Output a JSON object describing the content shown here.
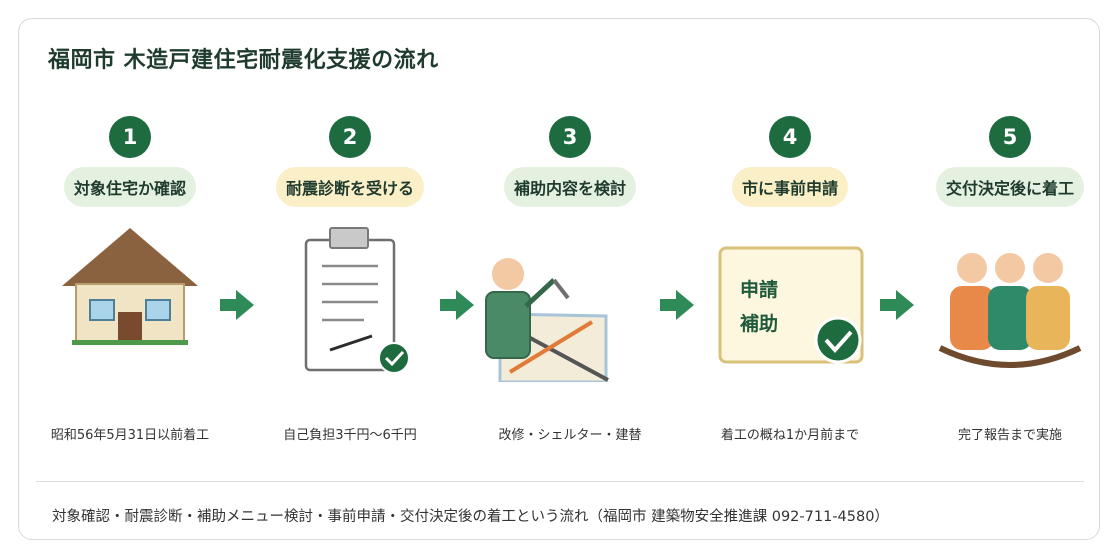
{
  "title": "福岡市 木造戸建住宅耐震化支援の流れ",
  "steps": [
    {
      "number": "1",
      "label": "対象住宅か確認",
      "note": "昭和56年5月31日以前着工",
      "icon": "house-icon",
      "badge_color": "#e5f1e0"
    },
    {
      "number": "2",
      "label": "耐震診断を受ける",
      "note": "自己負担3千円～6千円",
      "icon": "clipboard-check-icon",
      "badge_color": "#fbefc8"
    },
    {
      "number": "3",
      "label": "補助内容を検討",
      "note": "改修・シェルター・建替",
      "icon": "person-plan-icon",
      "badge_color": "#e5f1e0"
    },
    {
      "number": "4",
      "label": "市に事前申請",
      "note": "着工の概ね1か月前まで",
      "icon": "application-form-icon",
      "badge_color": "#fbefc8",
      "card_lines": [
        "申請",
        "補助"
      ]
    },
    {
      "number": "5",
      "label": "交付決定後に着工",
      "note": "完了報告まで実施",
      "icon": "people-group-icon",
      "badge_color": "#e5f1e0"
    }
  ],
  "footer": "対象確認・耐震診断・補助メニュー検討・事前申請・交付決定後の着工という流れ（福岡市 建築物安全推進課 092-711-4580）",
  "colors": {
    "accent": "#1e6b3f",
    "arrow": "#2e8b57",
    "green_pill": "#e5f1e0",
    "yellow_pill": "#fbefc8"
  }
}
